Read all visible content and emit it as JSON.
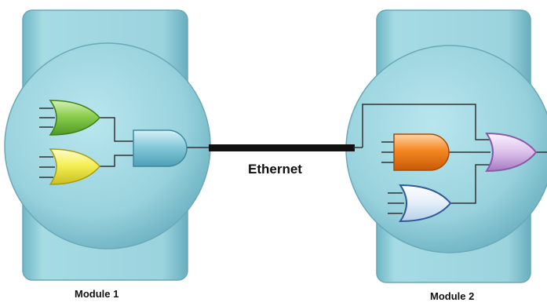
{
  "labels": {
    "ethernet": "Ethernet",
    "module1": "Module 1",
    "module2": "Module 2"
  },
  "colors": {
    "module_fill": "#9dd5df",
    "module_dark": "#7fc0cd",
    "module_stroke": "#6aa9b8",
    "wire": "#222222",
    "gate_green": "#7cc24a",
    "gate_yellow": "#f2f04a",
    "gate_teal": "#6fbfd2",
    "gate_orange": "#f07a1a",
    "gate_purple": "#c8a2d9",
    "gate_blue": "#4b74b6"
  },
  "icons": {
    "module1_gates": [
      "or-gate-icon",
      "or-gate-icon",
      "and-gate-icon"
    ],
    "module2_gates": [
      "and-gate-icon",
      "or-gate-icon",
      "or-gate-icon"
    ]
  }
}
